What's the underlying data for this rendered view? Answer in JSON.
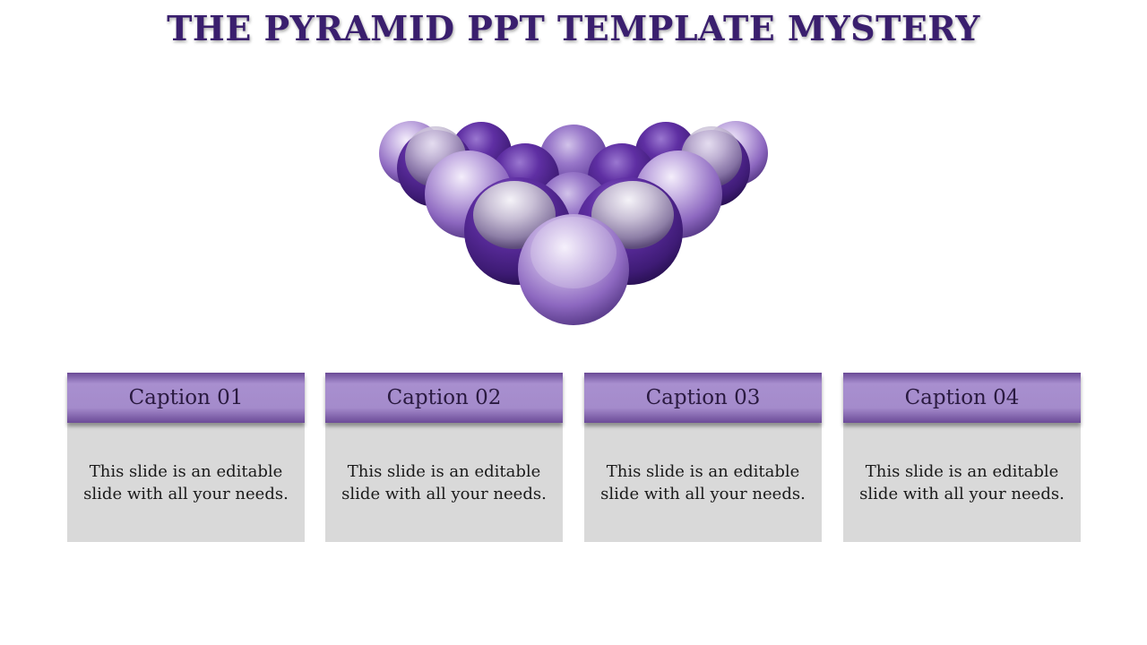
{
  "slide": {
    "title": "THE PYRAMID PPT TEMPLATE MYSTERY"
  },
  "cards": [
    {
      "caption": "Caption 01",
      "line1": "This slide is an editable",
      "line2": "slide with all your needs."
    },
    {
      "caption": "Caption 02",
      "line1": "This slide is an editable",
      "line2": "slide with all your needs."
    },
    {
      "caption": "Caption 03",
      "line1": "This slide is an editable",
      "line2": "slide with all your needs."
    },
    {
      "caption": "Caption 04",
      "line1": "This slide is an editable",
      "line2": "slide with all your needs."
    }
  ],
  "colors": {
    "title": "#3a1f6e",
    "accent": "#7b5aaf",
    "header_light": "#a88fcf",
    "header_dark": "#6b4a97",
    "card_body": "#d9d9d9"
  }
}
